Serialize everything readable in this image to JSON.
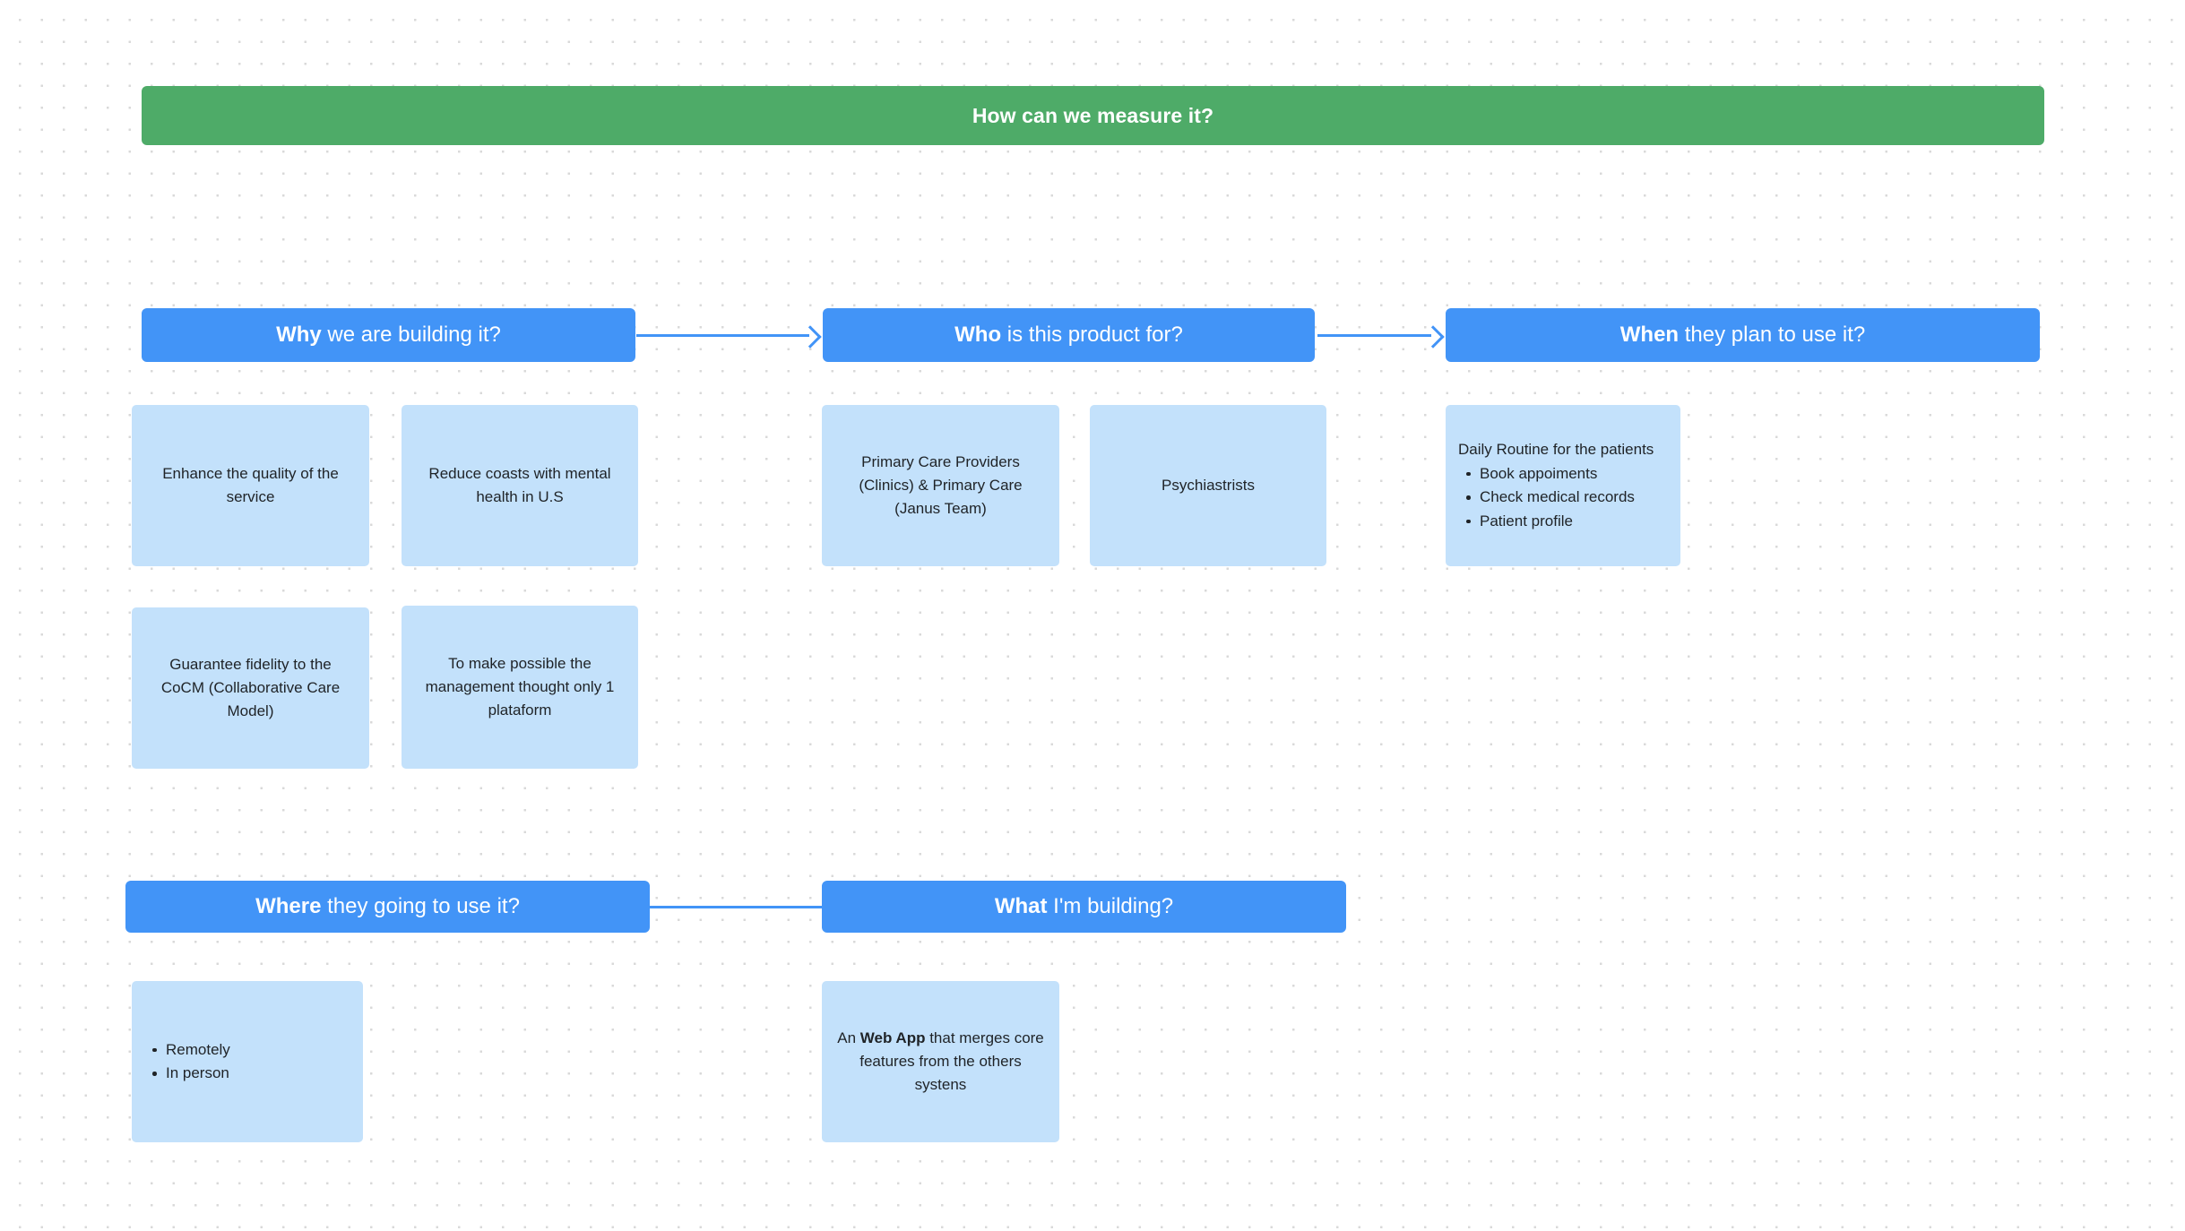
{
  "board": {
    "background": "#ffffff",
    "dot_color": "#d9d9d9",
    "accent_blue": "#4294f7",
    "accent_green": "#4eab68",
    "card_blue": "#c3e1fb"
  },
  "banner": {
    "title": "How can we measure it?"
  },
  "sections": {
    "why": {
      "lead": "Why",
      "rest": " we are building it?",
      "cards": [
        {
          "text": "Enhance the quality of the service"
        },
        {
          "text": "Reduce coasts with mental health in U.S"
        },
        {
          "text": "Guarantee fidelity to the CoCM (Collaborative Care Model)"
        },
        {
          "text": "To make possible the management thought only 1 plataform"
        }
      ]
    },
    "who": {
      "lead": "Who",
      "rest": " is this product for?",
      "cards": [
        {
          "text": "Primary Care Providers (Clinics) & Primary Care (Janus Team)"
        },
        {
          "text": "Psychiastrists"
        }
      ]
    },
    "when": {
      "lead": "When",
      "rest": " they plan to use it?",
      "card": {
        "heading": "Daily Routine for the patients",
        "items": [
          "Book appoiments",
          "Check medical records",
          "Patient profile"
        ]
      }
    },
    "where": {
      "lead": "Where",
      "rest": " they going to use it?",
      "card": {
        "items": [
          "Remotely",
          "In person"
        ]
      }
    },
    "what": {
      "lead": "What",
      "rest": " I'm building?",
      "card": {
        "prefix": "An ",
        "emphasis": "Web App",
        "suffix": " that merges core features from the others systens"
      }
    }
  },
  "connectors": [
    {
      "name": "why-to-who",
      "type": "arrow"
    },
    {
      "name": "who-to-when",
      "type": "arrow"
    },
    {
      "name": "where-to-what",
      "type": "line"
    }
  ]
}
